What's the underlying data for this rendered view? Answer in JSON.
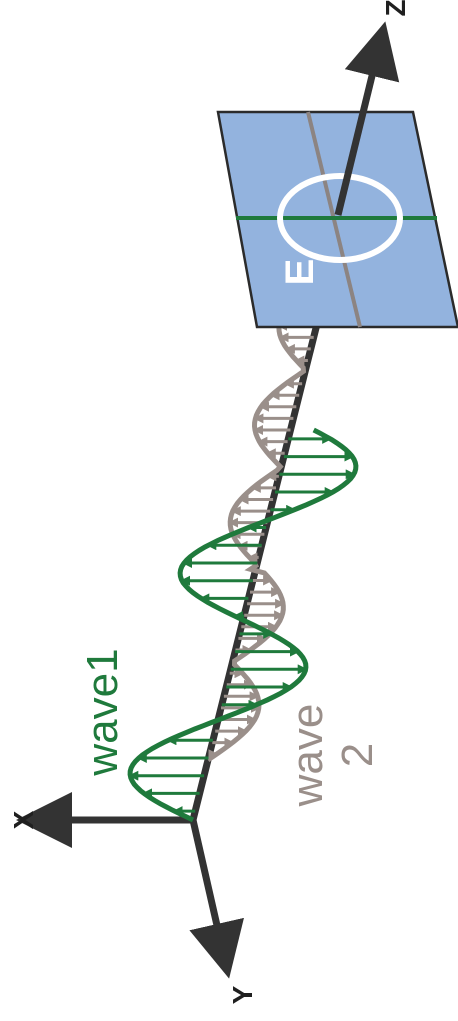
{
  "labels": {
    "axis_x": "X",
    "axis_y": "Y",
    "axis_z": "Z",
    "wave1": "wave1",
    "wave2_line1": "wave",
    "wave2_line2": "2",
    "field": "E"
  },
  "colors": {
    "axis": "#333333",
    "wave1": "#1f7a3c",
    "wave2": "#9a8f8a",
    "plane_fill": "#93b3de",
    "plane_stroke": "#2b2b2b",
    "plane_line_gray": "#8c8482",
    "plane_line_green": "#1f7a3c",
    "polarization_circle": "#ffffff"
  }
}
